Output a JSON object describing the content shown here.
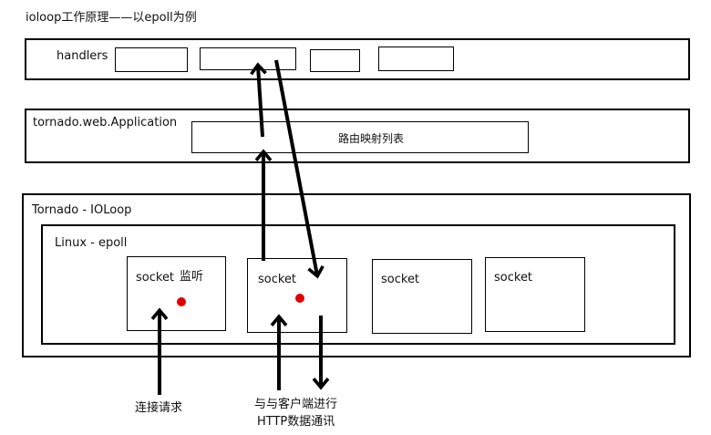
{
  "title": "ioloop工作原理——以epoll为例",
  "handlers": {
    "label": "handlers"
  },
  "application": {
    "label": "tornado.web.Application",
    "route_table": "路由映射列表"
  },
  "ioloop": {
    "label": "Tornado - IOLoop"
  },
  "epoll": {
    "label": "Linux - epoll",
    "sockets": [
      {
        "label": "socket",
        "extra": "监听"
      },
      {
        "label": "socket"
      },
      {
        "label": "socket"
      },
      {
        "label": "socket"
      }
    ]
  },
  "annotations": {
    "connect_request": "连接请求",
    "http_line1": "与与客户端进行",
    "http_line2": "HTTP数据通讯"
  },
  "colors": {
    "dot": "#e00000",
    "stroke": "#000000"
  }
}
